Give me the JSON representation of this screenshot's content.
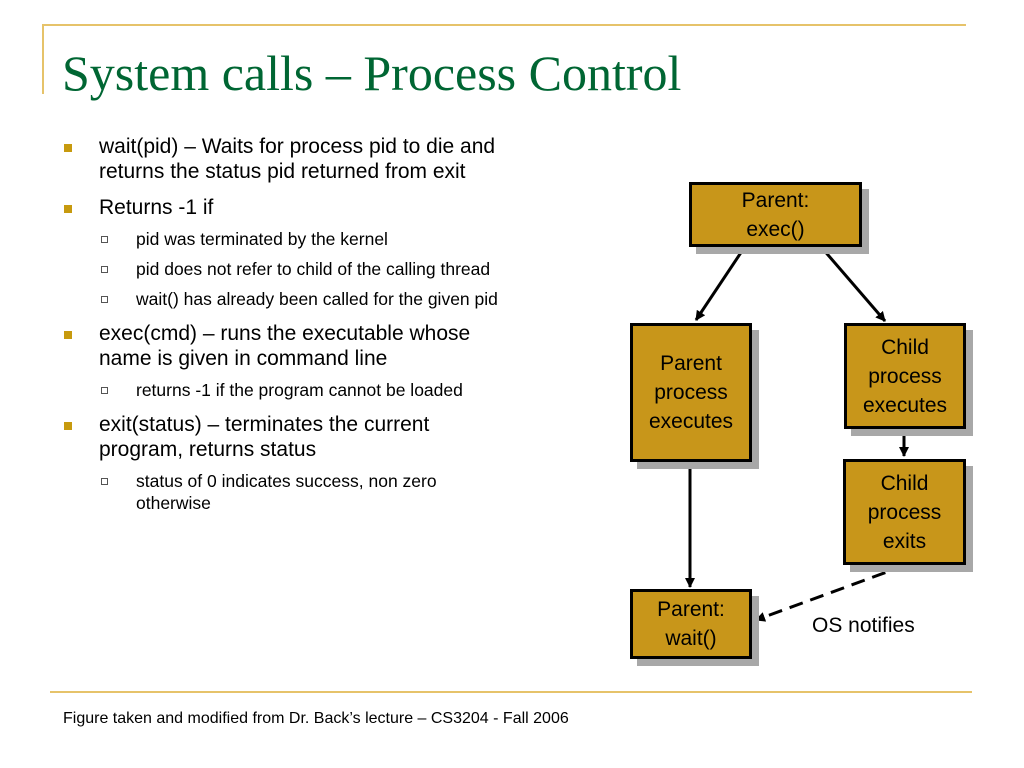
{
  "slide": {
    "title": "System calls – Process Control",
    "footer": "Figure taken and modified from Dr. Back’s lecture – CS3204 - Fall 2006"
  },
  "bullets": [
    {
      "text": "wait(pid) – Waits for process pid to die and returns the status pid returned from exit",
      "sub": []
    },
    {
      "text": "Returns -1 if",
      "sub": [
        "pid was terminated by the kernel",
        "pid does not refer to child of the calling thread",
        "wait() has already been called for the given pid"
      ]
    },
    {
      "text": "exec(cmd) – runs the executable whose name is given in command line",
      "sub": [
        "returns -1 if the program cannot be loaded"
      ]
    },
    {
      "text": "exit(status) – terminates the current program, returns status",
      "sub": [
        "status of 0 indicates success, non zero otherwise"
      ]
    }
  ],
  "diagram": {
    "nodes": {
      "parent_exec": [
        "Parent:",
        "exec()"
      ],
      "parent_executes": [
        "Parent",
        "process",
        "executes"
      ],
      "child_executes": [
        "Child",
        "process",
        "executes"
      ],
      "child_exits": [
        "Child",
        "process",
        "exits"
      ],
      "parent_wait": [
        "Parent:",
        "wait()"
      ]
    },
    "os_notifies": "OS notifies",
    "colors": {
      "box_fill": "#c8961a",
      "shadow": "#a8a8a8",
      "title": "#006633",
      "rule": "#e6c36a"
    }
  }
}
